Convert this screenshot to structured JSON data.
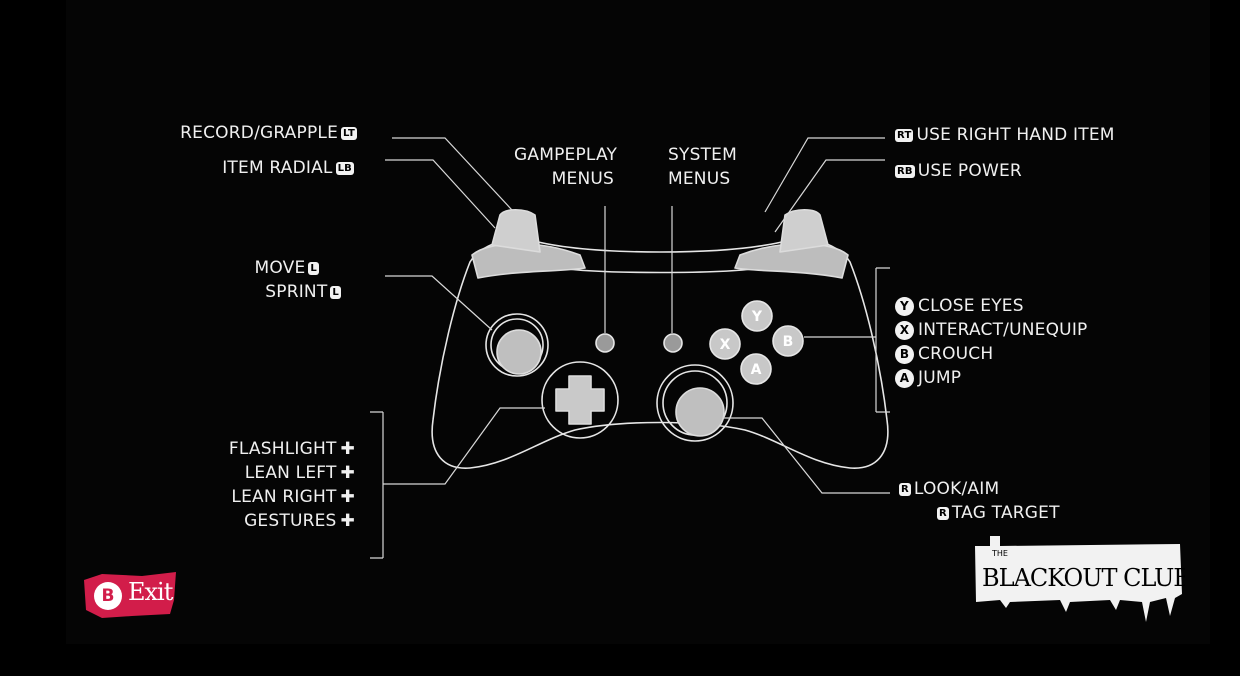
{
  "labels": {
    "record_grapple": "RECORD/GRAPPLE",
    "item_radial": "ITEM RADIAL",
    "gameplay_menus_1": "GAMPEPLAY",
    "gameplay_menus_2": "MENUS",
    "system_menus_1": "SYSTEM",
    "system_menus_2": "MENUS",
    "use_right_hand_item": "USE RIGHT HAND ITEM",
    "use_power": "USE POWER",
    "move": "MOVE",
    "sprint": "SPRINT",
    "close_eyes": "CLOSE EYES",
    "interact_unequip": "INTERACT/UNEQUIP",
    "crouch": "CROUCH",
    "jump": "JUMP",
    "flashlight": "FLASHLIGHT",
    "lean_left": "LEAN LEFT",
    "lean_right": "LEAN RIGHT",
    "gestures": "GESTURES",
    "look_aim": "LOOK/AIM",
    "tag_target": "TAG TARGET"
  },
  "badges": {
    "lt": "LT",
    "lb": "LB",
    "rt": "RT",
    "rb": "RB",
    "l": "L",
    "r": "R"
  },
  "face_buttons": {
    "y": "Y",
    "x": "X",
    "b": "B",
    "a": "A"
  },
  "exit": {
    "button": "B",
    "label": "Exit"
  },
  "logo": {
    "line1": "THE",
    "line2": "BLACKOUT CLUB"
  },
  "colors": {
    "background": "#000000",
    "line": "#e8e8e8",
    "exit_red": "#d21d4a"
  }
}
